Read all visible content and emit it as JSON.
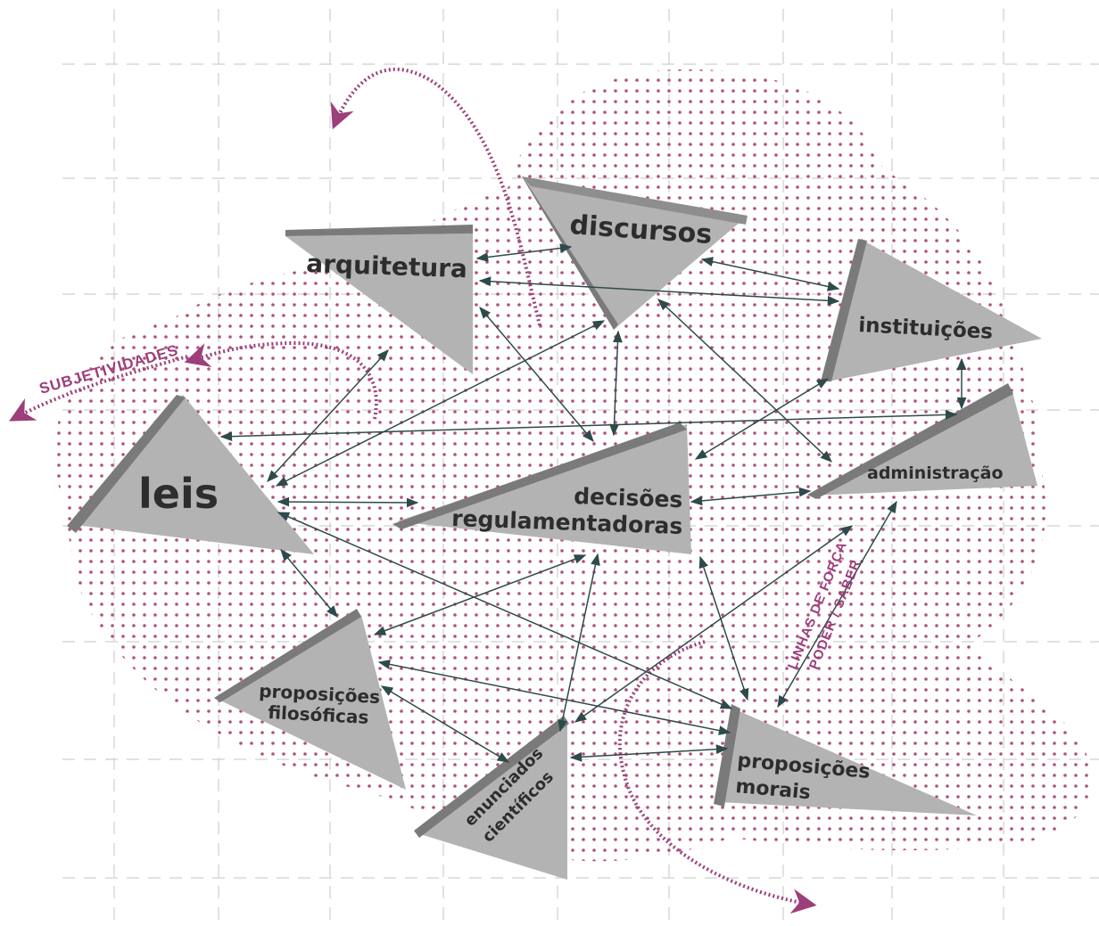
{
  "nodes": {
    "discursos": {
      "label": "discursos"
    },
    "arquitetura": {
      "label": "arquitetura"
    },
    "instituicoes": {
      "label": "instituições"
    },
    "leis": {
      "label": "leis"
    },
    "decisoes": {
      "line1": "decisões",
      "line2": "regulamentadoras"
    },
    "administracao": {
      "label": "administração"
    },
    "filosoficas": {
      "line1": "proposições",
      "line2": "filosóficas"
    },
    "cientificos": {
      "line1": "enunciados",
      "line2": "científicos"
    },
    "morais": {
      "line1": "proposições",
      "line2": "morais"
    }
  },
  "annotations": {
    "subjetividades": "SUBJETIVIDADES",
    "linhas_line1": "LINHAS DE FORÇA",
    "linhas_line2": "PODER / SABER"
  },
  "colors": {
    "triangle_fill": "#b3b3b3",
    "triangle_edge": "#7a7a7a",
    "arrow": "#2f4a4a",
    "accent": "#9c3f7a",
    "grid": "#cfcfcf",
    "dots": "#b0507f"
  }
}
